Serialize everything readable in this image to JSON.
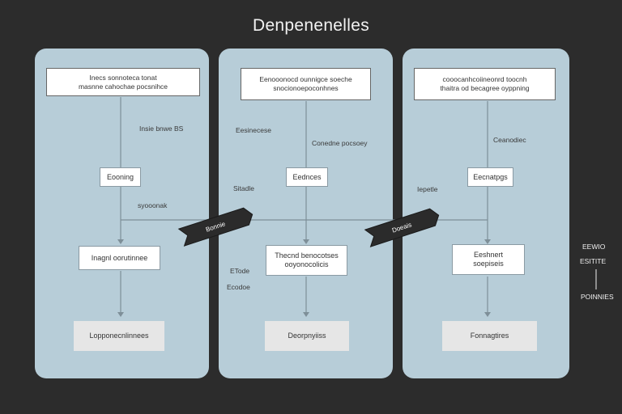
{
  "title": "Denpenenelles",
  "panels": [
    {
      "header": "Inecs sonnoteca tonat\nmasnne cahochae pocsnihce",
      "label_top": "Insie bnwe BS",
      "box1": "Eooning",
      "label_mid": "syooonak",
      "box2": "Inagnl oorutinnee",
      "box3": "Lopponecnlinnees"
    },
    {
      "header": "Eenooonocd ounnigce soeche\nsnocionoepoconhnes",
      "label_top_left": "Eesinecese",
      "label_top_right": "Conedne pocsoey",
      "box1": "Eednces",
      "label_mid": "Sitadle",
      "box2": "Thecnd benocotses\nooyonocolicis",
      "label_low1": "ETode",
      "label_low2": "Ecodoe",
      "box3": "Deorpnyiiss"
    },
    {
      "header": "cooocanhcoiineonrd toocnh\nthaitra od becagree oyppning",
      "label_top": "Ceanodiec",
      "box1": "Eecnatpgs",
      "label_mid": "Iepetle",
      "box2": "Eeshnert\nsoepiseis",
      "box3": "Fonnagtires"
    }
  ],
  "ribbons": [
    "Bonnie",
    "Doeais"
  ],
  "side_labels": [
    "EEWIO",
    "ESITITE",
    "POINNIES"
  ]
}
